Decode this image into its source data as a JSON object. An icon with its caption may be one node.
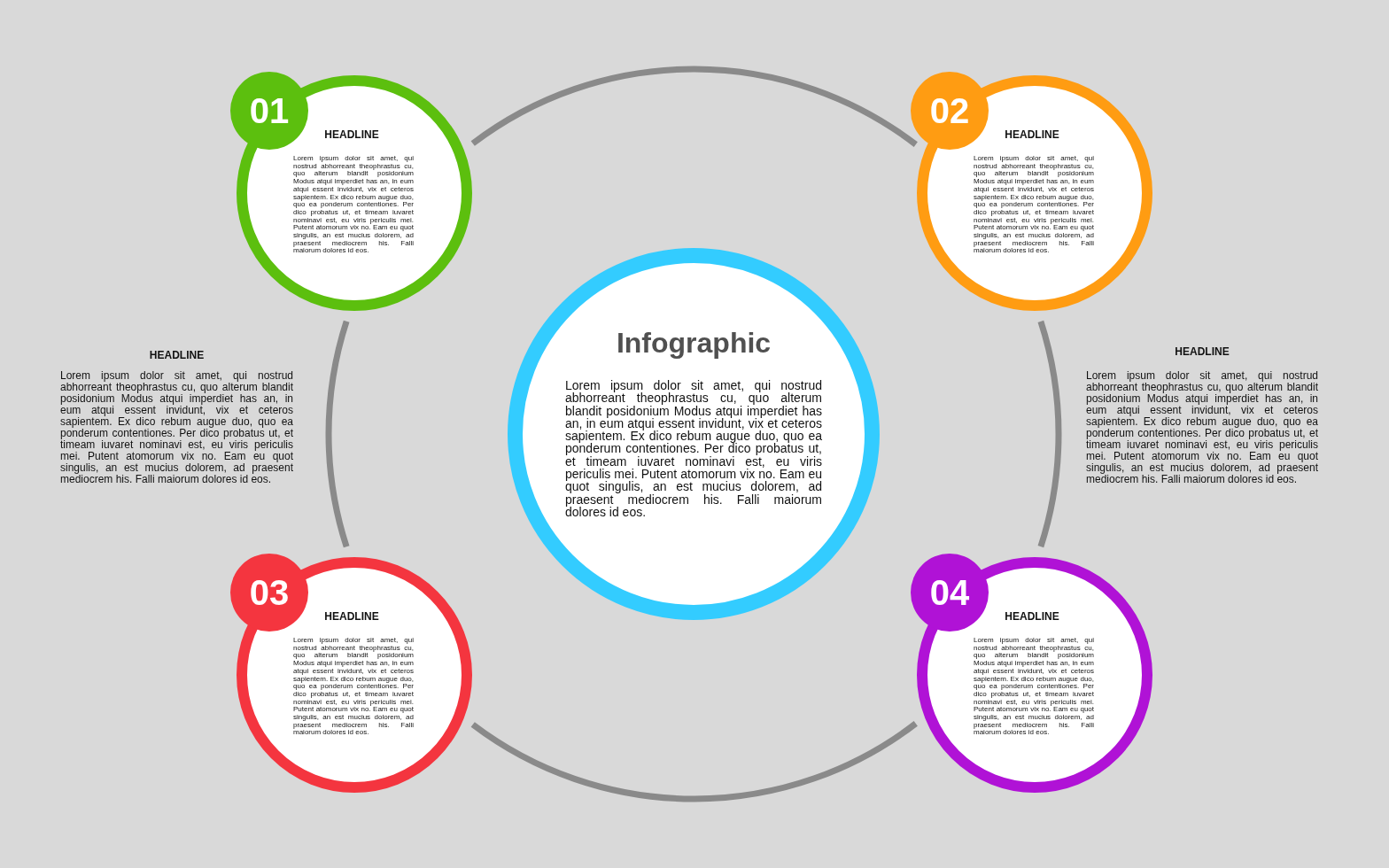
{
  "diagram": {
    "nodes": [
      {
        "text": [
          "01"
        ]
      },
      {
        "text": [
          "HEADLINE",
          "Lorem ipsum dolor sit amet, qui nostrud abhorreant theophrastus cu, quo alterum blandit posidonium Modus atqui imperdiet has an, in eum atqui essent invidunt, vix et ceteros sapientem. Ex dico rebum augue duo, quo ea ponderum contentiones. Per dico probatus ut, et timeam iuvaret nominavi est, eu viris periculis mei. Putent atomorum vix no. Eam eu quot singulis, an est mucius dolorem, ad praesent mediocrem his. Falli maiorum dolores id eos."
        ]
      },
      {
        "text": [
          "02"
        ]
      },
      {
        "text": [
          "HEADLINE",
          "Lorem ipsum dolor sit amet, qui nostrud abhorreant theophrastus cu, quo alterum blandit posidonium Modus atqui imperdiet has an, in eum atqui essent invidunt, vix et ceteros sapientem. Ex dico rebum augue duo, quo ea ponderum contentiones. Per dico probatus ut, et timeam iuvaret nominavi est, eu viris periculis mei. Putent atomorum vix no. Eam eu quot singulis, an est mucius dolorem, ad praesent mediocrem his. Falli maiorum dolores id eos."
        ]
      },
      {
        "text": [
          "Infographic",
          "Lorem ipsum dolor sit amet, qui nostrud abhorreant theophrastus cu, quo alterum blandit posidonium Modus atqui imperdiet has an, in eum atqui essent invidunt, vix et ceteros sapientem. Ex dico rebum augue duo, quo ea ponderum contentiones. Per dico probatus ut, et timeam iuvaret nominavi est, eu viris periculis mei. Putent atomorum vix no. Eam eu quot singulis, an est mucius dolorem, ad praesent mediocrem his. Falli maiorum dolores id eos."
        ]
      },
      {
        "text": [
          "03"
        ]
      },
      {
        "text": [
          "HEADLINE",
          "Lorem ipsum dolor sit amet, qui nostrud abhorreant theophrastus cu, quo alterum blandit posidonium Modus atqui imperdiet has an, in eum atqui essent invidunt, vix et ceteros sapientem. Ex dico rebum augue duo, quo ea ponderum contentiones. Per dico probatus ut, et timeam iuvaret nominavi est, eu viris periculis mei. Putent atomorum vix no. Eam eu quot singulis, an est mucius dolorem, ad praesent mediocrem his. Falli maiorum dolores id eos."
        ]
      },
      {
        "text": [
          "04"
        ]
      },
      {
        "text": [
          "HEADLINE",
          "Lorem ipsum dolor sit amet, qui nostrud abhorreant theophrastus cu, quo alterum blandit posidonium Modus atqui imperdiet has an, in eum atqui essent invidunt, vix et ceteros sapientem. Ex dico rebum augue duo, quo ea ponderum contentiones. Per dico probatus ut, et timeam iuvaret nominavi est, eu viris periculis mei. Putent atomorum vix no. Eam eu quot singulis, an est mucius dolorem, ad praesent mediocrem his. Falli maiorum dolores id eos."
        ]
      }
    ],
    "edges": [
      {
        "from": 1,
        "to": 3,
        "arrow": "none"
      },
      {
        "from": 1,
        "to": 6,
        "arrow": "none"
      },
      {
        "from": 3,
        "to": 8,
        "arrow": "none"
      },
      {
        "from": 6,
        "to": 8,
        "arrow": "none"
      }
    ],
    "labels": [
      "HEADLINE",
      "Lorem ipsum dolor sit amet, qui nostrud abhorreant theophrastus cu, quo alterum blandit posidonium Modus atqui imperdiet has an, in eum atqui essent invidunt, vix et ceteros sapientem. Ex dico rebum augue duo, quo ea ponderum contentiones. Per dico probatus ut, et timeam iuvaret nominavi est, eu viris periculis mei. Putent atomorum vix no. Eam eu quot singulis, an est mucius dolorem, ad praesent mediocrem his. Falli maiorum dolores id eos.",
      "HEADLINE",
      "Lorem ipsum dolor sit amet, qui nostrud abhorreant theophrastus cu, quo alterum blandit posidonium Modus atqui imperdiet has an, in eum atqui essent invidunt, vix et ceteros sapientem. Ex dico rebum augue duo, quo ea ponderum contentiones. Per dico probatus ut, et timeam iuvaret nominavi est, eu viris periculis mei. Putent atomorum vix no. Eam eu quot singulis, an est mucius dolorem, ad praesent mediocrem his. Falli maiorum dolores id eos."
    ]
  }
}
